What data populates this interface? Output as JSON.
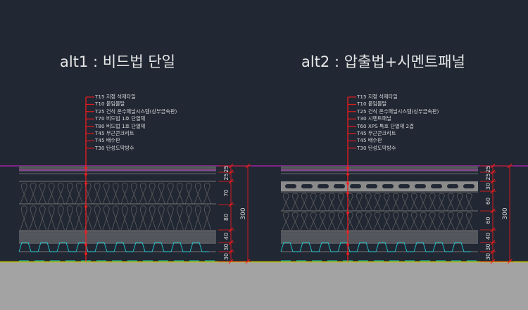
{
  "colors": {
    "background": "#212733",
    "ground": "#a3a3a3",
    "leader": "#ff1a1a",
    "top_line": "#e020e0",
    "ground_line": "#c8c800",
    "deck": "#20c0c8",
    "insulation": "#6a6a6a"
  },
  "sections": [
    {
      "title": "alt1 : 비드법 단일",
      "notes": [
        "T15 지정 석재타일",
        "T10 붙임몰탈",
        "T25 건식 온수패널시스템(상부금속판)",
        "T70 비드법 1호 단열재",
        "T80 비드법 1호 단열재",
        "T45 무근콘크리트",
        "T45 배수판",
        "T30 탄성도막방수"
      ],
      "dims": [
        "25",
        "25",
        "70",
        "80",
        "40",
        "30",
        "30"
      ],
      "total": "300"
    },
    {
      "title": "alt2 : 압출법+시멘트패널",
      "notes": [
        "T15 지정 석재타일",
        "T10 붙임몰탈",
        "T25 건식 온수패널시스템(상부금속판)",
        "T30 시멘트패널",
        "T60 XPS 특호 단열재 2겹",
        "T45 무근콘크리트",
        "T45 배수판",
        "T30 탄성도막방수"
      ],
      "dims": [
        "25",
        "25",
        "30",
        "60",
        "60",
        "40",
        "30",
        "30"
      ],
      "total": "300"
    }
  ]
}
